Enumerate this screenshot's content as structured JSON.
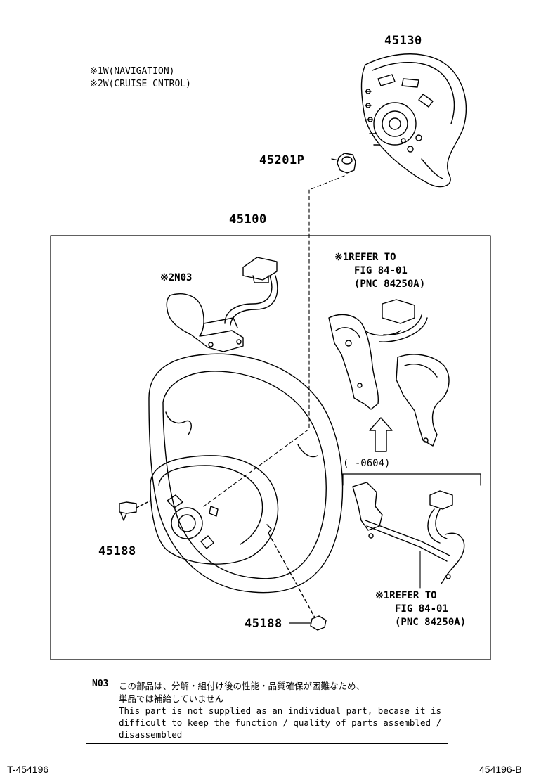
{
  "notes": {
    "line1": "※1W(NAVIGATION)",
    "line2": "※2W(CRUISE CNTROL)"
  },
  "parts": {
    "pad": "45130",
    "nut": "45201P",
    "wheel_assy": "45100",
    "cruise_switch": "※2N03",
    "screw_left": "45188",
    "screw_bottom": "45188"
  },
  "refs": {
    "upper": {
      "line1": "※1REFER TO",
      "line2": "FIG 84-01",
      "line3": "(PNC 84250A)"
    },
    "lower": {
      "line1": "※1REFER TO",
      "line2": "FIG 84-01",
      "line3": "(PNC 84250A)"
    },
    "range": "(        -0604)"
  },
  "footnote": {
    "code": "N03",
    "jp_line1": "この部品は、分解・組付け後の性能・品質確保が困難なため、",
    "jp_line2": "単品では補給していません",
    "en_line1": "This part is not supplied as an individual part, becase it is",
    "en_line2": "difficult to keep the function / quality of parts assembled /",
    "en_line3": "disassembled"
  },
  "footer": {
    "left": "T-454196",
    "right": "454196-B"
  }
}
